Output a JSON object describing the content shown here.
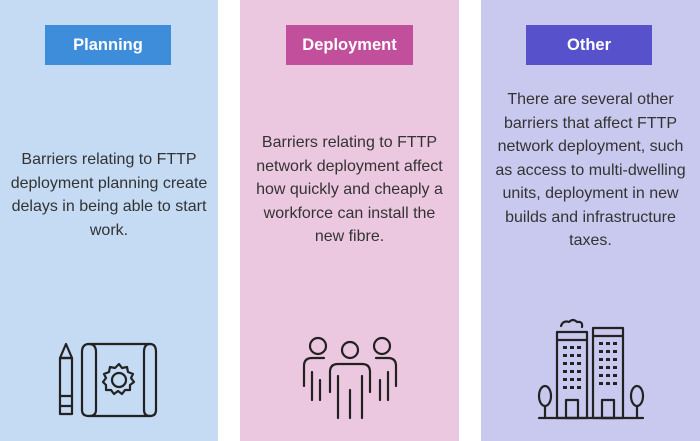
{
  "colors": {
    "planning_bg": "#c5daf3",
    "planning_tag": "#3d8ddb",
    "deployment_bg": "#ecc8e0",
    "deployment_tag": "#c24f9c",
    "other_bg": "#c9c8ee",
    "other_tag": "#5751cc"
  },
  "columns": [
    {
      "title": "Planning",
      "text": "Barriers relating to FTTP deployment planning create delays in being able to start work.",
      "icon": "blueprint-pencil-gear-icon"
    },
    {
      "title": "Deployment",
      "text": "Barriers relating to FTTP network deployment affect how quickly and cheaply a workforce can install the new fibre.",
      "icon": "workforce-people-icon"
    },
    {
      "title": "Other",
      "text": "There are several other barriers that affect FTTP network deployment, such as access to multi-dwelling units, deployment in new builds and infrastructure taxes.",
      "icon": "buildings-trees-icon"
    }
  ]
}
